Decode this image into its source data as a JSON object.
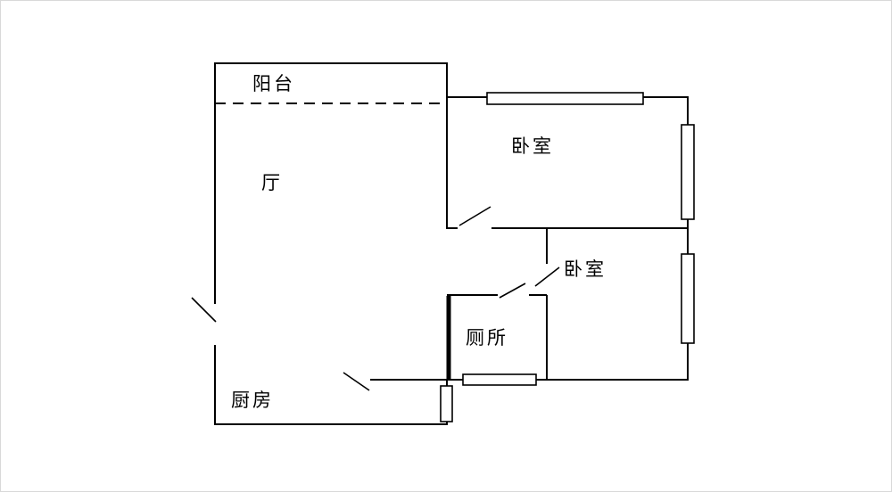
{
  "colors": {
    "background": "#ffffff",
    "wall": "#000000",
    "text": "#000000"
  },
  "rooms": {
    "balcony": {
      "label": "阳台"
    },
    "hall": {
      "label": "厅"
    },
    "bedroom_top": {
      "label": "卧室"
    },
    "bedroom_middle": {
      "label": "卧室"
    },
    "toilet": {
      "label": "厕所"
    },
    "kitchen": {
      "label": "厨房"
    }
  }
}
